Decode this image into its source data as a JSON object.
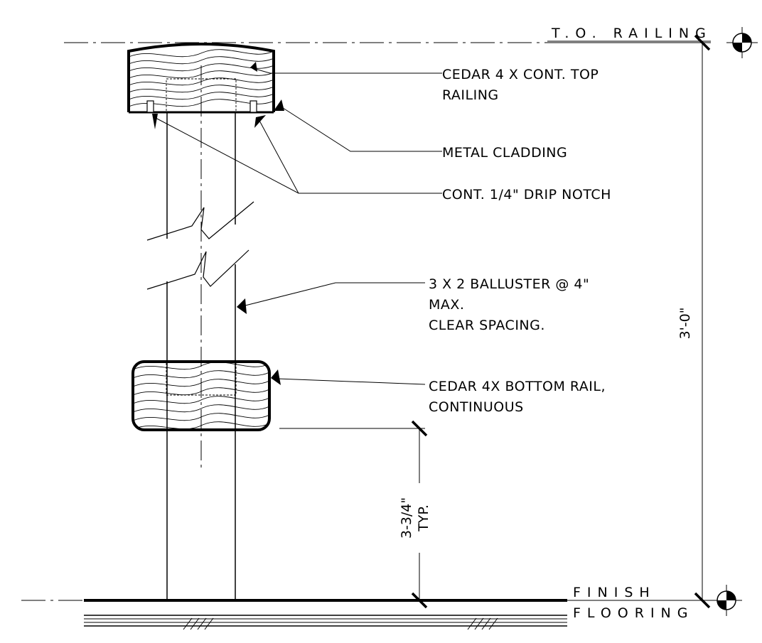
{
  "datums": {
    "top_label": "T.O. RAILING",
    "bottom_label_line1": "FINISH",
    "bottom_label_line2": "FLOORING"
  },
  "callouts": [
    {
      "id": "top-rail",
      "lines": [
        "CEDAR 4 X CONT. TOP",
        "RAILING"
      ]
    },
    {
      "id": "metal-cladding",
      "lines": [
        "METAL CLADDING"
      ]
    },
    {
      "id": "drip-notch",
      "lines": [
        "CONT. 1/4\" DRIP NOTCH"
      ]
    },
    {
      "id": "baluster",
      "lines": [
        "3 X 2 BALLUSTER @ 4\"",
        "MAX.",
        "CLEAR SPACING."
      ]
    },
    {
      "id": "bottom-rail",
      "lines": [
        "CEDAR 4X BOTTOM RAIL,",
        "CONTINUOUS"
      ]
    }
  ],
  "dimensions": {
    "overall_height": "3'-0\"",
    "bottom_gap_line1": "3-3/4\"",
    "bottom_gap_line2": "TYP."
  }
}
